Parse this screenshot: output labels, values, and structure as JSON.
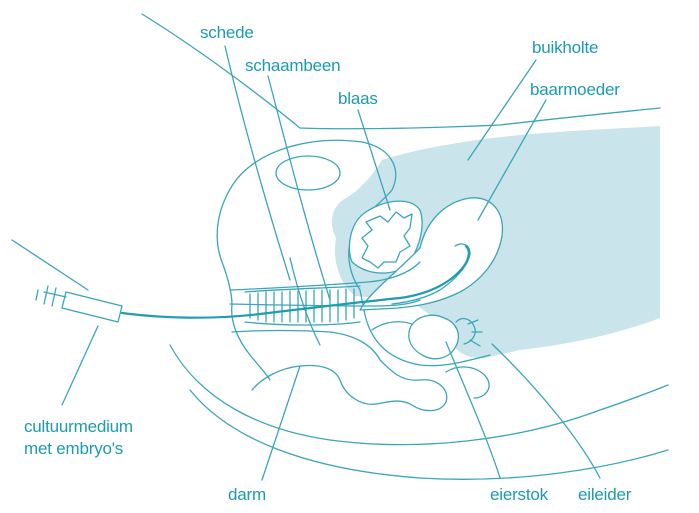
{
  "colors": {
    "line": "#3aa6b9",
    "fill": "#c9e4ea",
    "text": "#1b9bb3",
    "catheter": "#1f9bb2"
  },
  "labels": {
    "schede": "schede",
    "schaambeen": "schaambeen",
    "blaas": "blaas",
    "buikholte": "buikholte",
    "baarmoeder": "baarmoeder",
    "cultuurmedium_line1": "cultuurmedium",
    "cultuurmedium_line2": "met embryo's",
    "darm": "darm",
    "eierstok": "eierstok",
    "eileider": "eileider"
  }
}
